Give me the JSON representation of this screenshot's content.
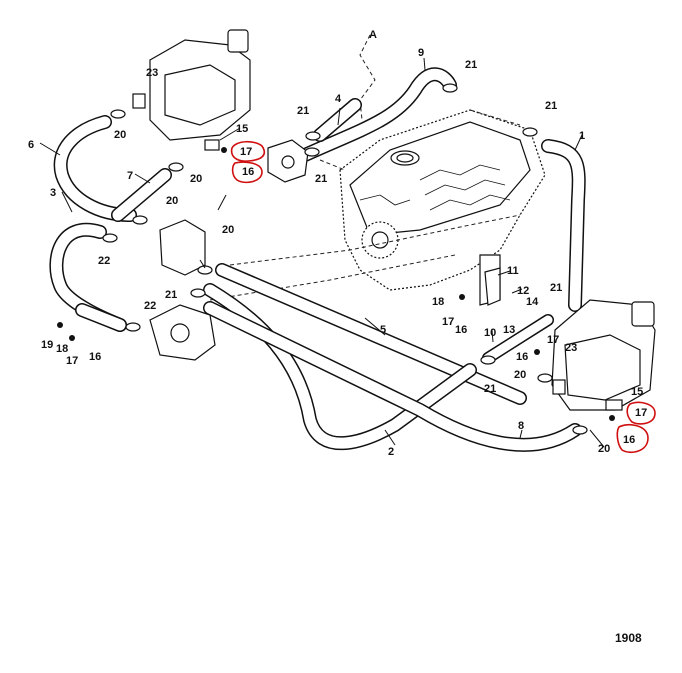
{
  "figure_number": "1908",
  "view_marker": "A",
  "annotation_color": "#d01010",
  "callouts": [
    {
      "id": "c1",
      "text": "1"
    },
    {
      "id": "c2",
      "text": "2"
    },
    {
      "id": "c3",
      "text": "3"
    },
    {
      "id": "c4",
      "text": "4"
    },
    {
      "id": "c5",
      "text": "5"
    },
    {
      "id": "c6",
      "text": "6"
    },
    {
      "id": "c7",
      "text": "7"
    },
    {
      "id": "c8",
      "text": "8"
    },
    {
      "id": "c9",
      "text": "9"
    },
    {
      "id": "c10",
      "text": "10"
    },
    {
      "id": "c11",
      "text": "11"
    },
    {
      "id": "c12",
      "text": "12"
    },
    {
      "id": "c13",
      "text": "13"
    },
    {
      "id": "c14",
      "text": "14"
    },
    {
      "id": "c15a",
      "text": "15"
    },
    {
      "id": "c15b",
      "text": "15"
    },
    {
      "id": "c16a",
      "text": "16"
    },
    {
      "id": "c16b",
      "text": "16"
    },
    {
      "id": "c16c",
      "text": "16"
    },
    {
      "id": "c16d",
      "text": "16"
    },
    {
      "id": "c16e",
      "text": "16"
    },
    {
      "id": "c17a",
      "text": "17"
    },
    {
      "id": "c17b",
      "text": "17"
    },
    {
      "id": "c17c",
      "text": "17"
    },
    {
      "id": "c17d",
      "text": "17"
    },
    {
      "id": "c17e",
      "text": "17"
    },
    {
      "id": "c18a",
      "text": "18"
    },
    {
      "id": "c18b",
      "text": "18"
    },
    {
      "id": "c19",
      "text": "19"
    },
    {
      "id": "c20a",
      "text": "20"
    },
    {
      "id": "c20b",
      "text": "20"
    },
    {
      "id": "c20c",
      "text": "20"
    },
    {
      "id": "c20d",
      "text": "20"
    },
    {
      "id": "c20e",
      "text": "20"
    },
    {
      "id": "c20f",
      "text": "20"
    },
    {
      "id": "c21a",
      "text": "21"
    },
    {
      "id": "c21b",
      "text": "21"
    },
    {
      "id": "c21c",
      "text": "21"
    },
    {
      "id": "c21d",
      "text": "21"
    },
    {
      "id": "c21e",
      "text": "21"
    },
    {
      "id": "c21f",
      "text": "21"
    },
    {
      "id": "c21g",
      "text": "21"
    },
    {
      "id": "c22a",
      "text": "22"
    },
    {
      "id": "c22b",
      "text": "22"
    },
    {
      "id": "c23a",
      "text": "23"
    },
    {
      "id": "c23b",
      "text": "23"
    }
  ]
}
